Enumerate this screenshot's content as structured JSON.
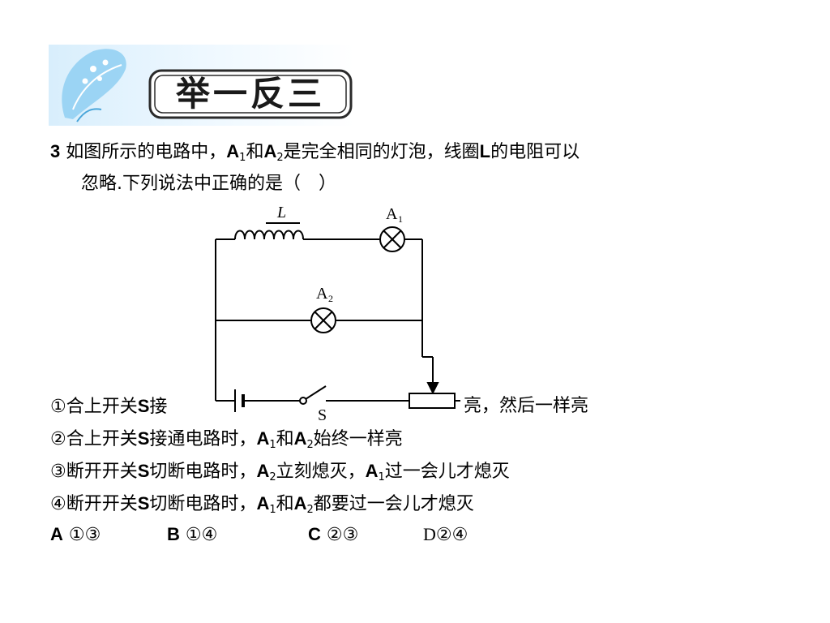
{
  "banner": {
    "title": "举一反三"
  },
  "question": {
    "number": "3",
    "line1_a": "如图所示的电路中，",
    "a": "A",
    "sub1": "1",
    "he": "和",
    "sub2": "2",
    "line1_b": "是完全相同的灯泡，线圈",
    "L": "L",
    "line1_c": "的电阻可以",
    "line2": "忽略.下列说法中正确的是（　）"
  },
  "circuit": {
    "label_L": "L",
    "label_A1": "A",
    "label_A1_sub": "1",
    "label_A2": "A",
    "label_A2_sub": "2",
    "label_S": "S"
  },
  "statements": {
    "s1_a": "①合上开关",
    "S": "S",
    "s1_b": "接",
    "s1_c": "亮，然后一样亮",
    "s2": "②合上开关",
    "s2_b": "接通电路时，",
    "s2_c": "始终一样亮",
    "s3": "③断开开关",
    "s3_b": "切断电路时，",
    "s3_c": "立刻熄灭，",
    "s3_d": "过一会儿才熄灭",
    "s4": "④断开开关",
    "s4_b": "切断电路时，",
    "s4_c": "都要过一会儿才熄灭"
  },
  "options": [
    {
      "letter": "A",
      "text": "①③"
    },
    {
      "letter": "B",
      "text": "①④"
    },
    {
      "letter": "C",
      "text": "②③"
    },
    {
      "letter": "D",
      "text": "②④"
    }
  ],
  "colors": {
    "banner_border": "#2a2a2a",
    "banner_bg": "#eaf6ff",
    "flower": "#7cc3ee"
  }
}
